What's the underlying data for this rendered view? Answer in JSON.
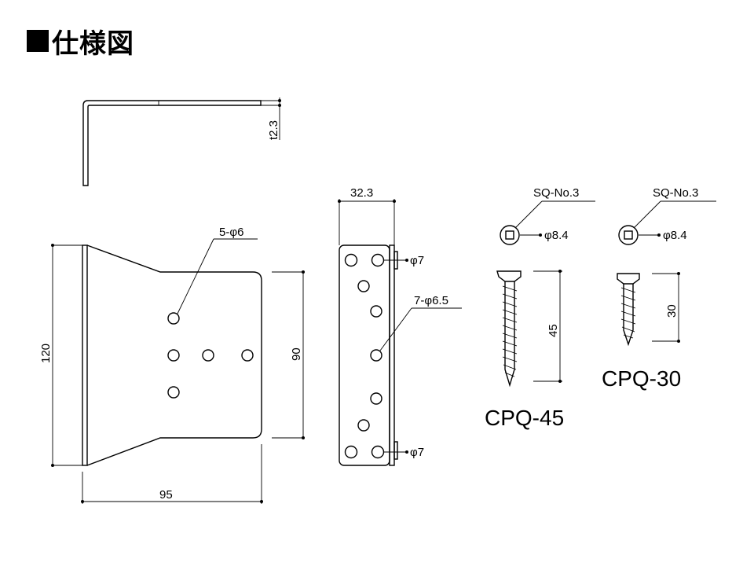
{
  "title": "仕様図",
  "dimensions": {
    "thickness": "t2.3",
    "height": "120",
    "width": "95",
    "inner_height": "90",
    "side_width": "32.3"
  },
  "callouts": {
    "front_holes": "5-φ6",
    "side_hole_top": "φ7",
    "side_holes_middle": "7-φ6.5",
    "side_hole_bottom": "φ7",
    "screw_head_a": "SQ-No.3",
    "screw_diameter_a": "φ8.4",
    "screw_head_b": "SQ-No.3",
    "screw_diameter_b": "φ8.4"
  },
  "screws": {
    "long": {
      "model": "CPQ-45",
      "length": "45"
    },
    "short": {
      "model": "CPQ-30",
      "length": "30"
    }
  }
}
